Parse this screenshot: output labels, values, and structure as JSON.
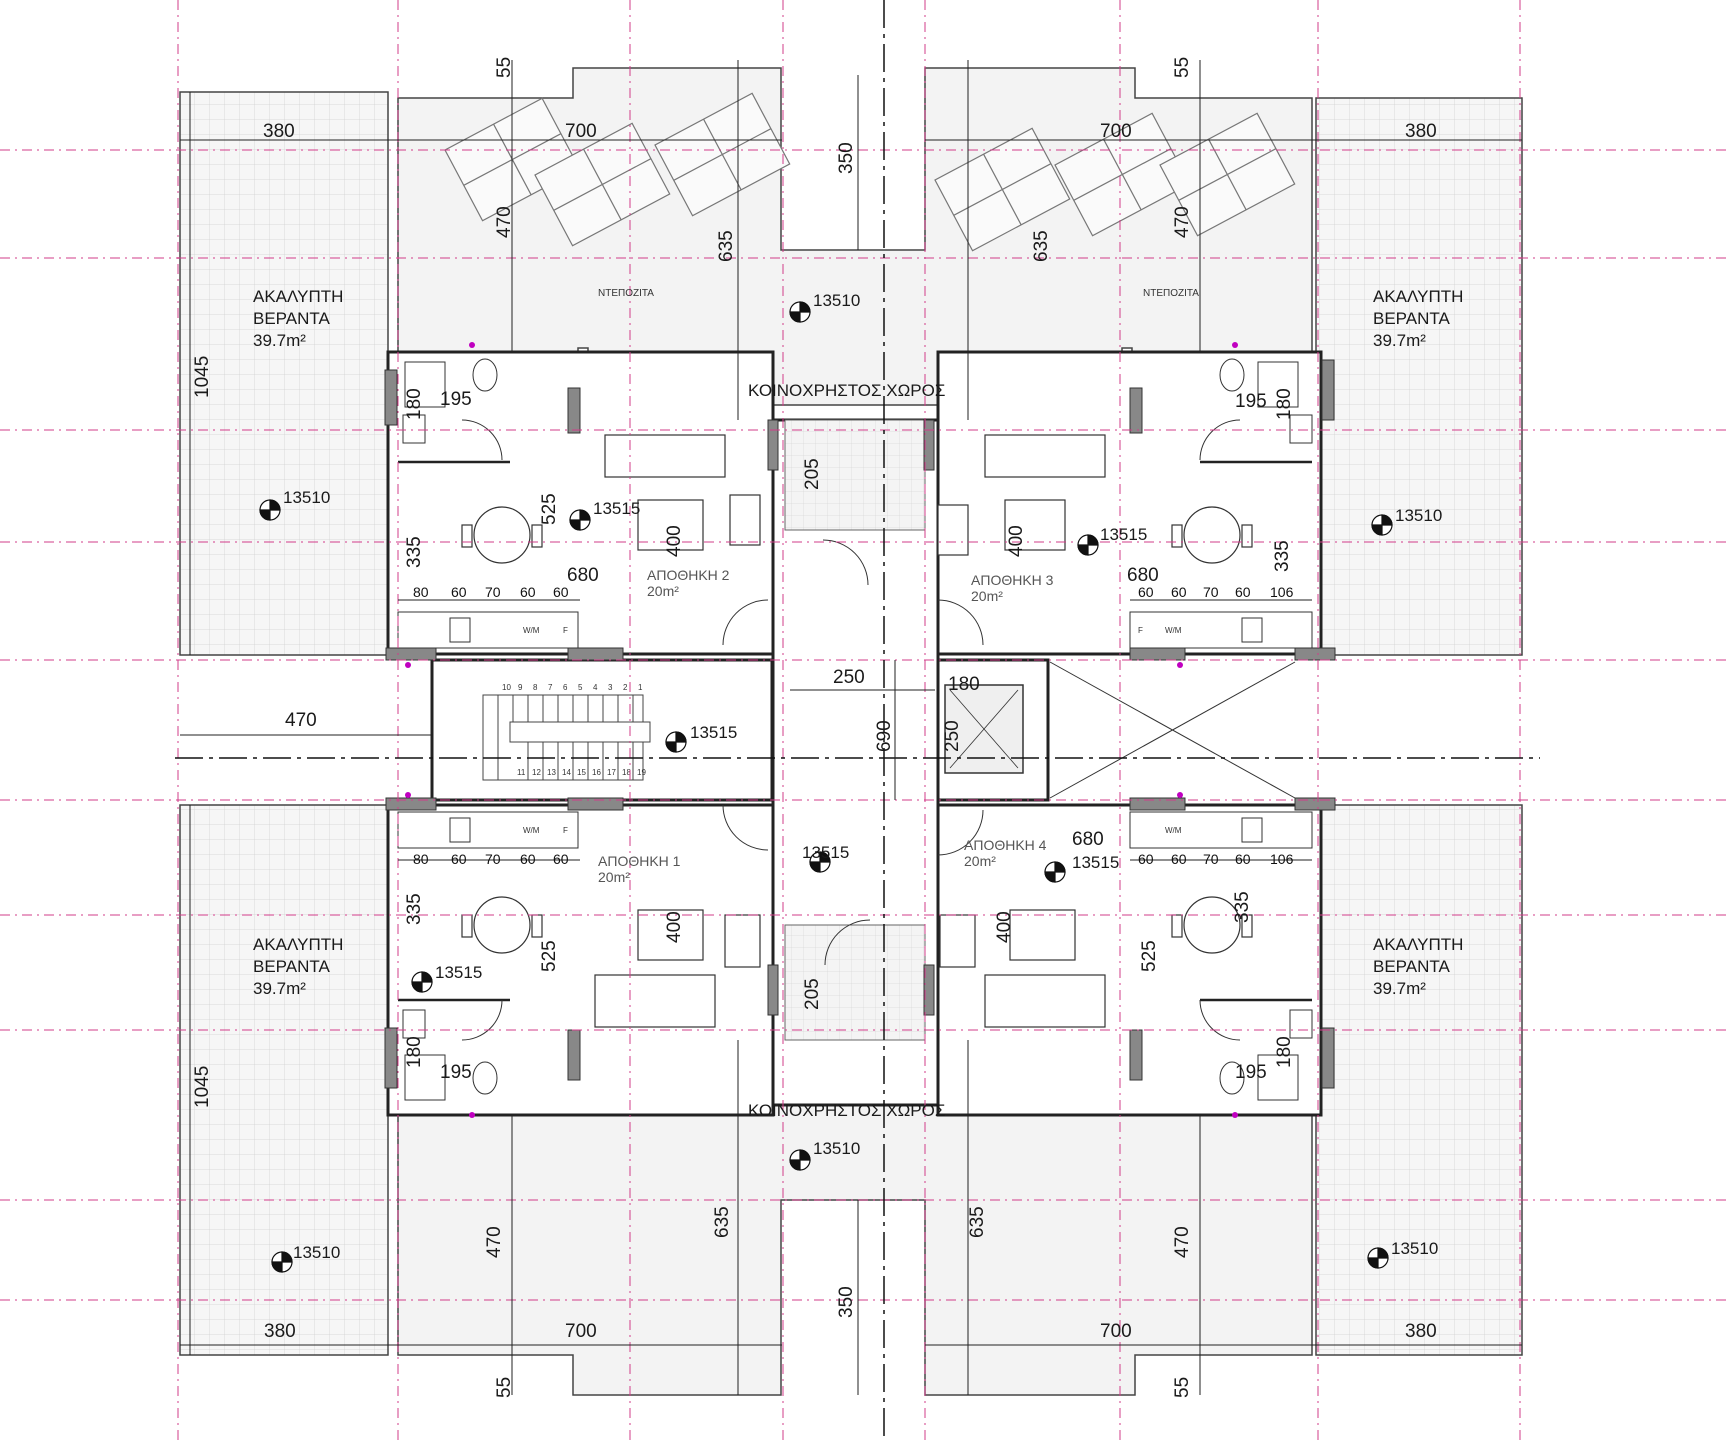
{
  "plan": {
    "dimensions": {
      "balcony_w": "380",
      "terrace_w": "700",
      "terrace_notch": "350",
      "terrace_h": "470",
      "terrace_full": "635",
      "offset": "55",
      "balcony_h": "1045",
      "bath_w": "195",
      "bath_h": "180",
      "living_h": "525",
      "dining_h": "335",
      "store_h": "400",
      "unit_w": "680",
      "kitchen": [
        "80",
        "60",
        "70",
        "60",
        "60"
      ],
      "kitchen_right": [
        "60",
        "60",
        "70",
        "60",
        "106"
      ],
      "lobby_w": "250",
      "lobby_h": "690",
      "lift_w": "180",
      "lift_h": "250",
      "corridor_w": "470",
      "stair_w": "205"
    },
    "levels": {
      "balcony": "13510",
      "unit": "13515"
    },
    "labels": {
      "balcony": "ΑΚΑΛΥΠΤΗ",
      "balcony_2": "ΒΕΡΑΝΤΑ",
      "balcony_area": "39.7m²",
      "common": "ΚΟΙΝΟΧΡΗΣΤΟΣ ΧΩΡΟΣ",
      "water_tanks": "ΝΤΕΠΟΖΙΤΑ",
      "store_1": "ΑΠΟΘΗΚΗ 1",
      "store_2": "ΑΠΟΘΗΚΗ 2",
      "store_3": "ΑΠΟΘΗΚΗ 3",
      "store_4": "ΑΠΟΘΗΚΗ 4",
      "store_area": "20m²",
      "washer": "W/M",
      "fridge": "F"
    },
    "stair_steps_top": [
      "10",
      "9",
      "8",
      "7",
      "6",
      "5",
      "4",
      "3",
      "2",
      "1"
    ],
    "stair_steps_bottom": [
      "11",
      "12",
      "13",
      "14",
      "15",
      "16",
      "17",
      "18",
      "19"
    ]
  }
}
